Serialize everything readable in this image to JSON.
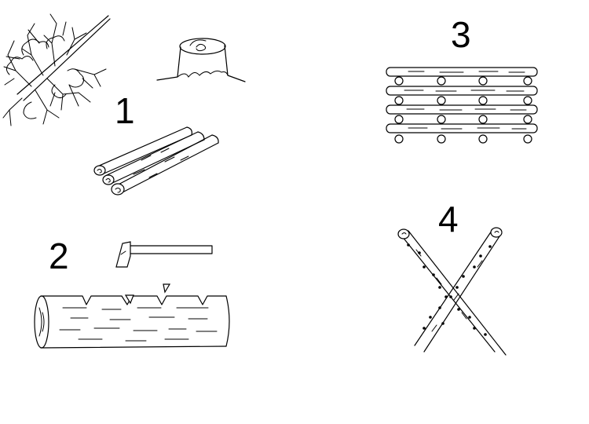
{
  "steps": [
    {
      "label": "1"
    },
    {
      "label": "2"
    },
    {
      "label": "3"
    },
    {
      "label": "4"
    }
  ],
  "icons": {
    "fallen_tree": "fallen-tree-icon",
    "stump": "tree-stump-icon",
    "log_bundle": "log-bundle-icon",
    "axe": "axe-icon",
    "notched_log": "notched-log-icon",
    "stacked_logs": "stacked-logs-icon",
    "crossed_logs": "crossed-logs-icon"
  },
  "colors": {
    "line": "#000000",
    "background": "#ffffff"
  }
}
